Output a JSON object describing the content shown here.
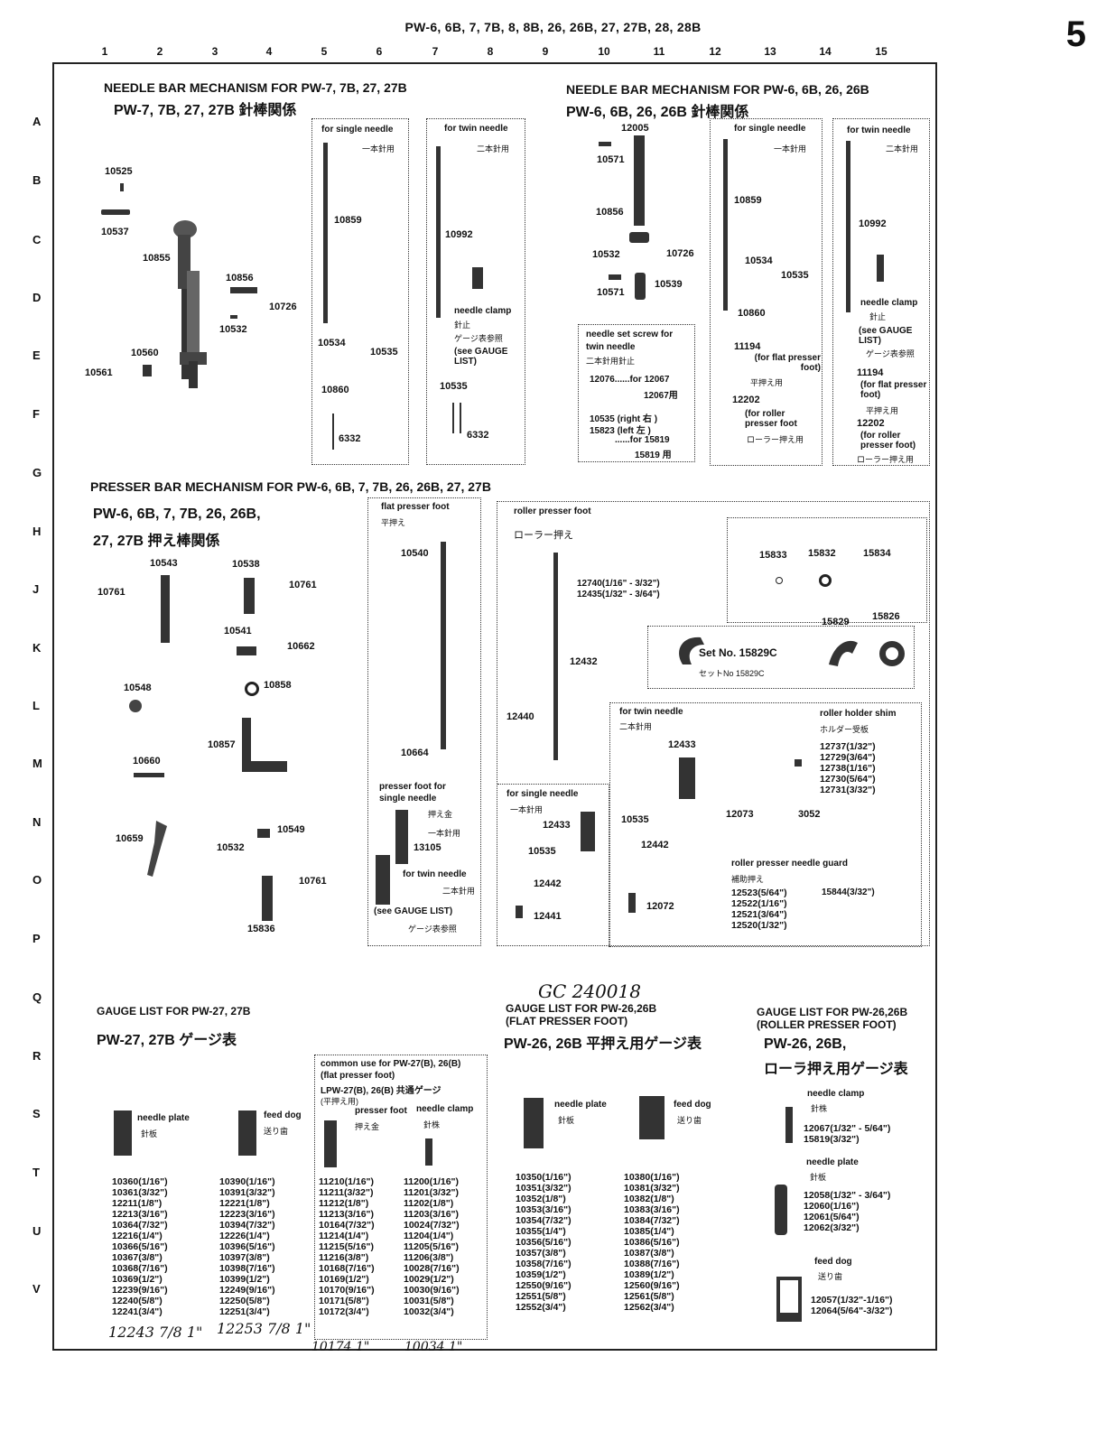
{
  "header": {
    "title": "PW-6, 6B, 7, 7B, 8, 8B, 26, 26B, 27, 27B, 28, 28B",
    "page_number": "5"
  },
  "columns": [
    "1",
    "2",
    "3",
    "4",
    "5",
    "6",
    "7",
    "8",
    "9",
    "10",
    "11",
    "12",
    "13",
    "14",
    "15"
  ],
  "rows": [
    "A",
    "B",
    "C",
    "D",
    "E",
    "F",
    "G",
    "H",
    "J",
    "K",
    "L",
    "M",
    "N",
    "O",
    "P",
    "Q",
    "R",
    "S",
    "T",
    "U",
    "V"
  ],
  "needle_left": {
    "title": "NEEDLE BAR MECHANISM FOR PW-7, 7B, 27, 27B",
    "subtitle": "PW-7, 7B, 27, 27B 針棒関係",
    "parts": {
      "p10525": "10525",
      "p10537": "10537",
      "p10855": "10855",
      "p10856": "10856",
      "p10532": "10532",
      "p10726": "10726",
      "p10560": "10560",
      "p10561": "10561"
    },
    "single_box": {
      "title": "for single needle",
      "jp": "一本針用",
      "p10859": "10859",
      "p10534": "10534",
      "p10535": "10535",
      "p10860": "10860",
      "p6332": "6332"
    },
    "twin_box": {
      "title": "for twin needle",
      "jp": "二本針用",
      "p10992": "10992",
      "clamp": "needle clamp",
      "clamp_jp": "針止",
      "gauge_jp": "ゲージ表参照",
      "gauge_ref": "(see GAUGE LIST)",
      "p10535": "10535",
      "p6332": "6332"
    }
  },
  "needle_right": {
    "title": "NEEDLE BAR MECHANISM FOR PW-6, 6B, 26, 26B",
    "subtitle": "PW-6, 6B, 26, 26B 針棒関係",
    "parts": {
      "p12005": "12005",
      "p10571a": "10571",
      "p10856": "10856",
      "p10532": "10532",
      "p10726": "10726",
      "p10571b": "10571",
      "p10539": "10539"
    },
    "screw_box": {
      "l1": "needle set screw for",
      "l2": "twin needle",
      "l3": "二本針用針止",
      "l4": "12076......for 12067",
      "l5": "12067用",
      "l6": "10535 (right 右 )",
      "l7": "15823 (left  左 )",
      "l8": "......for 15819",
      "l9": "15819 用"
    },
    "single_box": {
      "title": "for single needle",
      "jp": "一本針用",
      "p10859": "10859",
      "p10534": "10534",
      "p10535": "10535",
      "p10860": "10860",
      "p11194": "11194",
      "flat": "(for flat presser foot)",
      "flat_jp": "平押え用",
      "p12202": "12202",
      "roller": "(for roller presser foot",
      "roller_jp": "ローラー押え用"
    },
    "twin_box": {
      "title": "for twin needle",
      "jp": "二本針用",
      "p10992": "10992",
      "clamp": "needle clamp",
      "clamp_jp": "針止",
      "gauge": "(see GAUGE LIST)",
      "gauge_jp": "ゲージ表参照",
      "p11194": "11194",
      "flat": "(for flat presser foot)",
      "flat_jp": "平押え用",
      "p12202": "12202",
      "roller": "(for roller presser foot)",
      "roller_jp": "ローラー押え用"
    }
  },
  "presser": {
    "title": "PRESSER BAR MECHANISM FOR PW-6, 6B, 7, 7B, 26, 26B, 27, 27B",
    "subtitle1": "PW-6, 6B, 7, 7B, 26, 26B,",
    "subtitle2": "27, 27B 押え棒関係",
    "parts": {
      "p10543": "10543",
      "p10538": "10538",
      "p10761a": "10761",
      "p10761b": "10761",
      "p10541": "10541",
      "p10662": "10662",
      "p10548": "10548",
      "p10858": "10858",
      "p10857": "10857",
      "p10660": "10660",
      "p10659": "10659",
      "p10549": "10549",
      "p10532": "10532",
      "p10761c": "10761",
      "p15836": "15836"
    },
    "flat_box": {
      "title": "flat presser foot",
      "jp": "平押え",
      "p10540": "10540",
      "p10664": "10664",
      "single": "presser foot for",
      "single2": "single needle",
      "single_jp": "押え金",
      "single_jp2": "一本針用",
      "p13105": "13105",
      "twin": "for twin needle",
      "twin_jp": "二本針用",
      "gauge": "(see GAUGE LIST)",
      "gauge_jp": "ゲージ表参照"
    },
    "roller_box": {
      "title": "roller presser foot",
      "jp": "ローラー押え",
      "p12740": "12740(1/16\" - 3/32\")",
      "p12435": "12435(1/32\" - 3/64\")",
      "p12432": "12432",
      "p12440": "12440",
      "p15833": "15833",
      "p15832": "15832",
      "p15834": "15834",
      "p15829": "15829",
      "p15826": "15826",
      "set_no": "Set No. 15829C",
      "set_no_jp": "セットNo 15829C",
      "single_title": "for single needle",
      "single_jp": "一本針用",
      "p12433": "12433",
      "p10535": "10535",
      "p12442": "12442",
      "p12441": "12441",
      "twin_title": "for twin needle",
      "twin_jp": "二本針用",
      "p12433b": "12433",
      "p10535b": "10535",
      "p12442b": "12442",
      "p12072": "12072",
      "p12073": "12073",
      "p3052": "3052",
      "shim": "roller holder shim",
      "shim_jp": "ホルダー受板",
      "shim_list": "12737(1/32\")\n12729(3/64\")\n12738(1/16\")\n12730(5/64\")\n12731(3/32\")",
      "guard": "roller presser needle guard",
      "guard_jp": "補助押え",
      "guard_list": "12523(5/64\")\n12522(1/16\")\n12521(3/64\")\n12520(1/32\")",
      "p15844": "15844(3/32\")"
    }
  },
  "gauge27": {
    "title": "GAUGE LIST FOR PW-27, 27B",
    "subtitle": "PW-27, 27B ゲージ表",
    "plate": "needle plate",
    "plate_jp": "針板",
    "dog": "feed dog",
    "dog_jp": "送り歯",
    "plate_list": "10360(1/16\")\n10361(3/32\")\n12211(1/8\")\n12213(3/16\")\n10364(7/32\")\n12216(1/4\")\n10366(5/16\")\n10367(3/8\")\n10368(7/16\")\n10369(1/2\")\n12239(9/16\")\n12240(5/8\")\n12241(3/4\")",
    "dog_list": "10390(1/16\")\n10391(3/32\")\n12221(1/8\")\n12223(3/16\")\n10394(7/32\")\n12226(1/4\")\n10396(5/16\")\n10397(3/8\")\n10398(7/16\")\n10399(1/2\")\n12249(9/16\")\n12250(5/8\")\n12251(3/4\")",
    "hand1": "12243 7/8 1\"",
    "hand2": "12253 7/8 1\""
  },
  "common_box": {
    "l1": "common use for PW-27(B), 26(B)",
    "l2": "(flat presser foot)",
    "l3": "LPW-27(B), 26(B) 共通ゲージ",
    "l4": "(平押え用)",
    "foot": "presser foot",
    "foot_jp": "押え金",
    "clamp": "needle clamp",
    "clamp_jp": "針株",
    "foot_list": "11210(1/16\")\n11211(3/32\")\n11212(1/8\")\n11213(3/16\")\n10164(7/32\")\n11214(1/4\")\n11215(5/16\")\n11216(3/8\")\n10168(7/16\")\n10169(1/2\")\n10170(9/16\")\n10171(5/8\")\n10172(3/4\")",
    "clamp_list": "11200(1/16\")\n11201(3/32\")\n11202(1/8\")\n11203(3/16\")\n10024(7/32\")\n11204(1/4\")\n11205(5/16\")\n11206(3/8\")\n10028(7/16\")\n10029(1/2\")\n10030(9/16\")\n10031(5/8\")\n10032(3/4\")",
    "hand1": "10174 1\"",
    "hand2": "10034 1\""
  },
  "gauge26flat": {
    "hand": "GC 240018",
    "title1": "GAUGE LIST FOR PW-26,26B",
    "title2": "(FLAT PRESSER FOOT)",
    "subtitle": "PW-26, 26B 平押え用ゲージ表",
    "plate": "needle plate",
    "plate_jp": "針板",
    "dog": "feed dog",
    "dog_jp": "送り歯",
    "plate_list": "10350(1/16\")\n10351(3/32\")\n10352(1/8\")\n10353(3/16\")\n10354(7/32\")\n10355(1/4\")\n10356(5/16\")\n10357(3/8\")\n10358(7/16\")\n10359(1/2\")\n12550(9/16\")\n12551(5/8\")\n12552(3/4\")",
    "dog_list": "10380(1/16\")\n10381(3/32\")\n10382(1/8\")\n10383(3/16\")\n10384(7/32\")\n10385(1/4\")\n10386(5/16\")\n10387(3/8\")\n10388(7/16\")\n10389(1/2\")\n12560(9/16\")\n12561(5/8\")\n12562(3/4\")"
  },
  "gauge26roller": {
    "title1": "GAUGE LIST FOR PW-26,26B",
    "title2": "(ROLLER PRESSER FOOT)",
    "subtitle1": "PW-26, 26B,",
    "subtitle2": "ローラ押え用ゲージ表",
    "clamp": "needle clamp",
    "clamp_jp": "針株",
    "clamp_list": "12067(1/32\" - 5/64\")\n15819(3/32\")",
    "plate": "needle plate",
    "plate_jp": "針板",
    "plate_list": "12058(1/32\" - 3/64\")\n12060(1/16\")\n12061(5/64\")\n12062(3/32\")",
    "dog": "feed dog",
    "dog_jp": "送り歯",
    "dog_list": "12057(1/32\"-1/16\")\n12064(5/64\"-3/32\")"
  }
}
